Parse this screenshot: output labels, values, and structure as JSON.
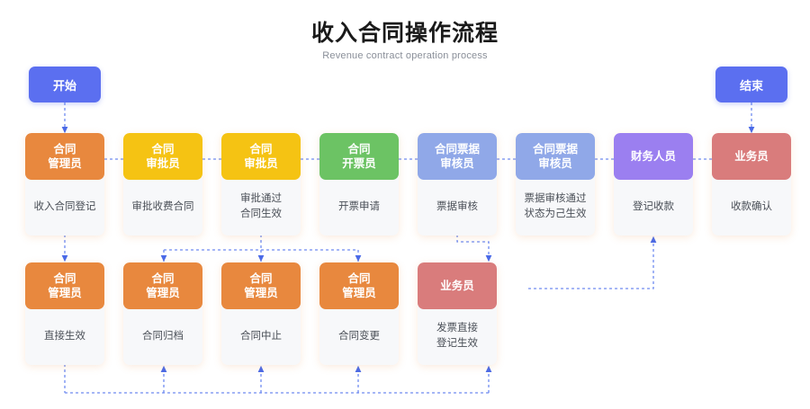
{
  "header": {
    "title": "收入合同操作流程",
    "subtitle": "Revenue contract operation process"
  },
  "palette": {
    "terminal_blue": "#5b6ff0",
    "orange": "#e8883e",
    "yellow": "#f5c313",
    "green": "#6cc364",
    "periwinkle": "#90a8e8",
    "purple": "#9b7ff0",
    "salmon": "#d97c7c",
    "wire": "#6f8bf0",
    "card_body": "#f7f8fa",
    "background": "#ffffff"
  },
  "terminals": [
    {
      "id": "start",
      "label": "开始",
      "color": "#5b6ff0"
    },
    {
      "id": "end",
      "label": "结束",
      "color": "#5b6ff0"
    }
  ],
  "row1": [
    {
      "id": "r1c1",
      "role_lines": [
        "合同",
        "管理员"
      ],
      "desc_lines": [
        "收入合同登记"
      ],
      "color": "#e8883e"
    },
    {
      "id": "r1c2",
      "role_lines": [
        "合同",
        "审批员"
      ],
      "desc_lines": [
        "审批收费合同"
      ],
      "color": "#f5c313"
    },
    {
      "id": "r1c3",
      "role_lines": [
        "合同",
        "审批员"
      ],
      "desc_lines": [
        "审批通过",
        "合同生效"
      ],
      "color": "#f5c313"
    },
    {
      "id": "r1c4",
      "role_lines": [
        "合同",
        "开票员"
      ],
      "desc_lines": [
        "开票申请"
      ],
      "color": "#6cc364"
    },
    {
      "id": "r1c5",
      "role_lines": [
        "合同票据",
        "审核员"
      ],
      "desc_lines": [
        "票据审核"
      ],
      "color": "#90a8e8"
    },
    {
      "id": "r1c6",
      "role_lines": [
        "合同票据",
        "审核员"
      ],
      "desc_lines": [
        "票据审核通过",
        "状态为己生效"
      ],
      "color": "#90a8e8"
    },
    {
      "id": "r1c7",
      "role_lines": [
        "财务人员"
      ],
      "desc_lines": [
        "登记收款"
      ],
      "color": "#9b7ff0"
    },
    {
      "id": "r1c8",
      "role_lines": [
        "业务员"
      ],
      "desc_lines": [
        "收款确认"
      ],
      "color": "#d97c7c"
    }
  ],
  "row2": [
    {
      "id": "r2c1",
      "role_lines": [
        "合同",
        "管理员"
      ],
      "desc_lines": [
        "直接生效"
      ],
      "color": "#e8883e"
    },
    {
      "id": "r2c2",
      "role_lines": [
        "合同",
        "管理员"
      ],
      "desc_lines": [
        "合同归档"
      ],
      "color": "#e8883e"
    },
    {
      "id": "r2c3",
      "role_lines": [
        "合同",
        "管理员"
      ],
      "desc_lines": [
        "合同中止"
      ],
      "color": "#e8883e"
    },
    {
      "id": "r2c4",
      "role_lines": [
        "合同",
        "管理员"
      ],
      "desc_lines": [
        "合同变更"
      ],
      "color": "#e8883e"
    },
    {
      "id": "r2c5",
      "role_lines": [
        "业务员"
      ],
      "desc_lines": [
        "发票直接",
        "登记生效"
      ],
      "color": "#d97c7c"
    }
  ]
}
